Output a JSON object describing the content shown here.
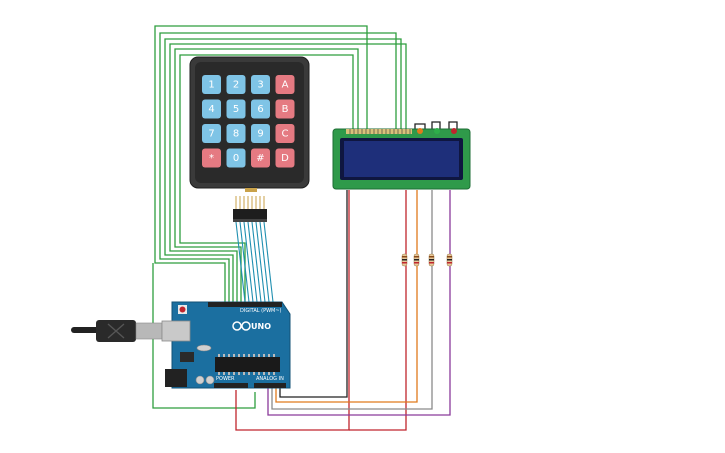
{
  "keypad": {
    "rows": [
      [
        {
          "label": "1",
          "color": "#7fc4e6"
        },
        {
          "label": "2",
          "color": "#7fc4e6"
        },
        {
          "label": "3",
          "color": "#7fc4e6"
        },
        {
          "label": "A",
          "color": "#e57a82"
        }
      ],
      [
        {
          "label": "4",
          "color": "#7fc4e6"
        },
        {
          "label": "5",
          "color": "#7fc4e6"
        },
        {
          "label": "6",
          "color": "#7fc4e6"
        },
        {
          "label": "B",
          "color": "#e57a82"
        }
      ],
      [
        {
          "label": "7",
          "color": "#7fc4e6"
        },
        {
          "label": "8",
          "color": "#7fc4e6"
        },
        {
          "label": "9",
          "color": "#7fc4e6"
        },
        {
          "label": "C",
          "color": "#e57a82"
        }
      ],
      [
        {
          "label": "*",
          "color": "#e57a82"
        },
        {
          "label": "0",
          "color": "#7fc4e6"
        },
        {
          "label": "#",
          "color": "#e57a82"
        },
        {
          "label": "D",
          "color": "#e57a82"
        }
      ]
    ]
  },
  "arduino": {
    "brand": "UNO",
    "logo": "arduino-infinity-logo",
    "power_label": "POWER",
    "analog_label": "ANALOG IN",
    "digital_label": "DIGITAL (PWM~)"
  },
  "colors": {
    "keypad_wire_green": "#2e9e3e",
    "keypad_wire_teal": "#1f8fb0",
    "lcd_wire_red": "#c0252d",
    "lcd_wire_orange": "#e07a1c",
    "lcd_wire_gray": "#8a8a8a",
    "lcd_wire_purple": "#8a3a9a",
    "lcd_wire_black": "#222222",
    "board_blue": "#1b6fa0",
    "lcd_screen": "#1e2f7a",
    "lcd_pcb": "#2f9a4a"
  }
}
